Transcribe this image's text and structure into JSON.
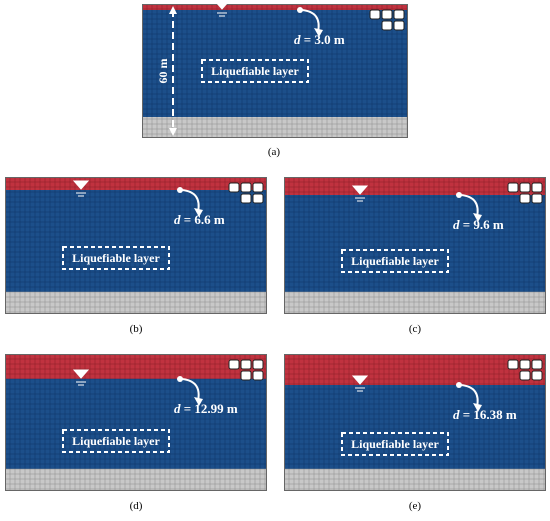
{
  "colors": {
    "unsaturated": "#c0323f",
    "liquefiable": "#1c4f8a",
    "base": "#c8c8c8",
    "grid_dark": "#0f3566",
    "grid_red": "#8a1e28",
    "grid_base": "#8c8c8c",
    "annotation": "#ffffff"
  },
  "depth_symbol": "d",
  "layer_label": "Liquefiable layer",
  "height_label": "60 m",
  "panels": [
    {
      "id": "a",
      "caption": "(a)",
      "depth_value": "= 3.0 m",
      "water_table_fraction": 0.05
    },
    {
      "id": "b",
      "caption": "(b)",
      "depth_value": "= 6.6 m",
      "water_table_fraction": 0.11
    },
    {
      "id": "c",
      "caption": "(c)",
      "depth_value": "= 9.6 m",
      "water_table_fraction": 0.16
    },
    {
      "id": "d",
      "caption": "(d)",
      "depth_value": "= 12.99 m",
      "water_table_fraction": 0.22
    },
    {
      "id": "e",
      "caption": "(e)",
      "depth_value": "= 16.38 m",
      "water_table_fraction": 0.27
    }
  ]
}
